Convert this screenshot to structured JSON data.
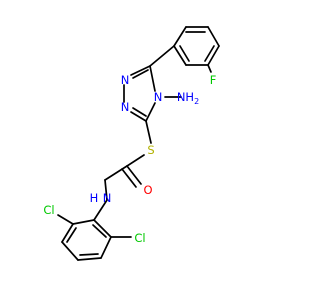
{
  "molecule": {
    "labels": {
      "fluorine": "F",
      "amino_group": "NH",
      "amino_subscript": "2",
      "triazole_n1": "N",
      "triazole_n2": "N",
      "triazole_n4": "N",
      "sulfur": "S",
      "carbonyl_oxygen": "O",
      "amide_nh": "H",
      "amide_n": "N",
      "chlorine_ortho": "Cl",
      "chlorine_meta": "Cl"
    },
    "colors": {
      "bond": "#000000",
      "carbon": "#000000",
      "nitrogen": "#0000ff",
      "oxygen": "#ff0000",
      "sulfur": "#b2b200",
      "fluorine": "#00c800",
      "chlorine": "#00c800"
    }
  }
}
